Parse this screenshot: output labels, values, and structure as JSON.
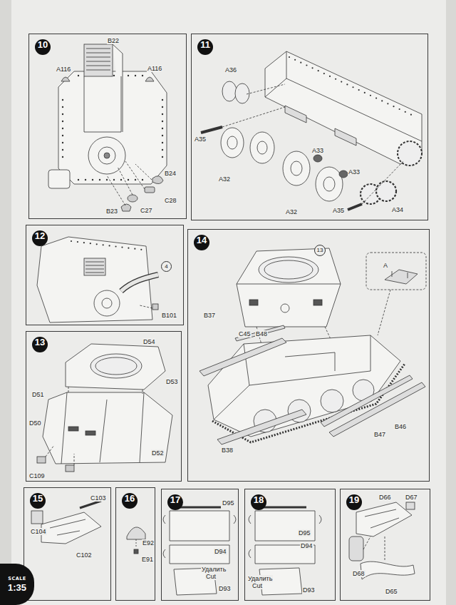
{
  "diagram": {
    "nodes": [
      {
        "text": [
          "10"
        ]
      },
      {
        "text": [
          "11"
        ]
      },
      {
        "text": [
          "12"
        ]
      },
      {
        "text": [
          "4"
        ],
        "in": 2
      },
      {
        "text": [
          "14"
        ]
      },
      {
        "text": [
          "13"
        ],
        "in": 4
      },
      {
        "text": [
          "13"
        ]
      },
      {
        "text": [
          "15"
        ]
      },
      {
        "text": [
          "16"
        ]
      },
      {
        "text": [
          "17"
        ]
      },
      {
        "text": [
          "18"
        ]
      },
      {
        "text": [
          "19"
        ]
      },
      {
        "text": [
          "SCALE",
          "1:35"
        ]
      }
    ],
    "labels": [
      "A116",
      "B22",
      "A116",
      "B24",
      "C28",
      "C27",
      "B23",
      "A36",
      "A35",
      "A32",
      "A33",
      "A33",
      "A32",
      "A35",
      "A34",
      "B101",
      "D54",
      "D51",
      "D53",
      "D50",
      "D52",
      "C109",
      "B37",
      "C45",
      "B48",
      "A",
      "B47",
      "B46",
      "B38",
      "C103",
      "C104",
      "C102",
      "E92",
      "E91",
      "D95",
      "D94",
      "Удалить",
      "Cut",
      "D93",
      "D95",
      "D94",
      "Удалить",
      "Cut",
      "D93",
      "D66",
      "D67",
      "D68",
      "D65"
    ]
  }
}
